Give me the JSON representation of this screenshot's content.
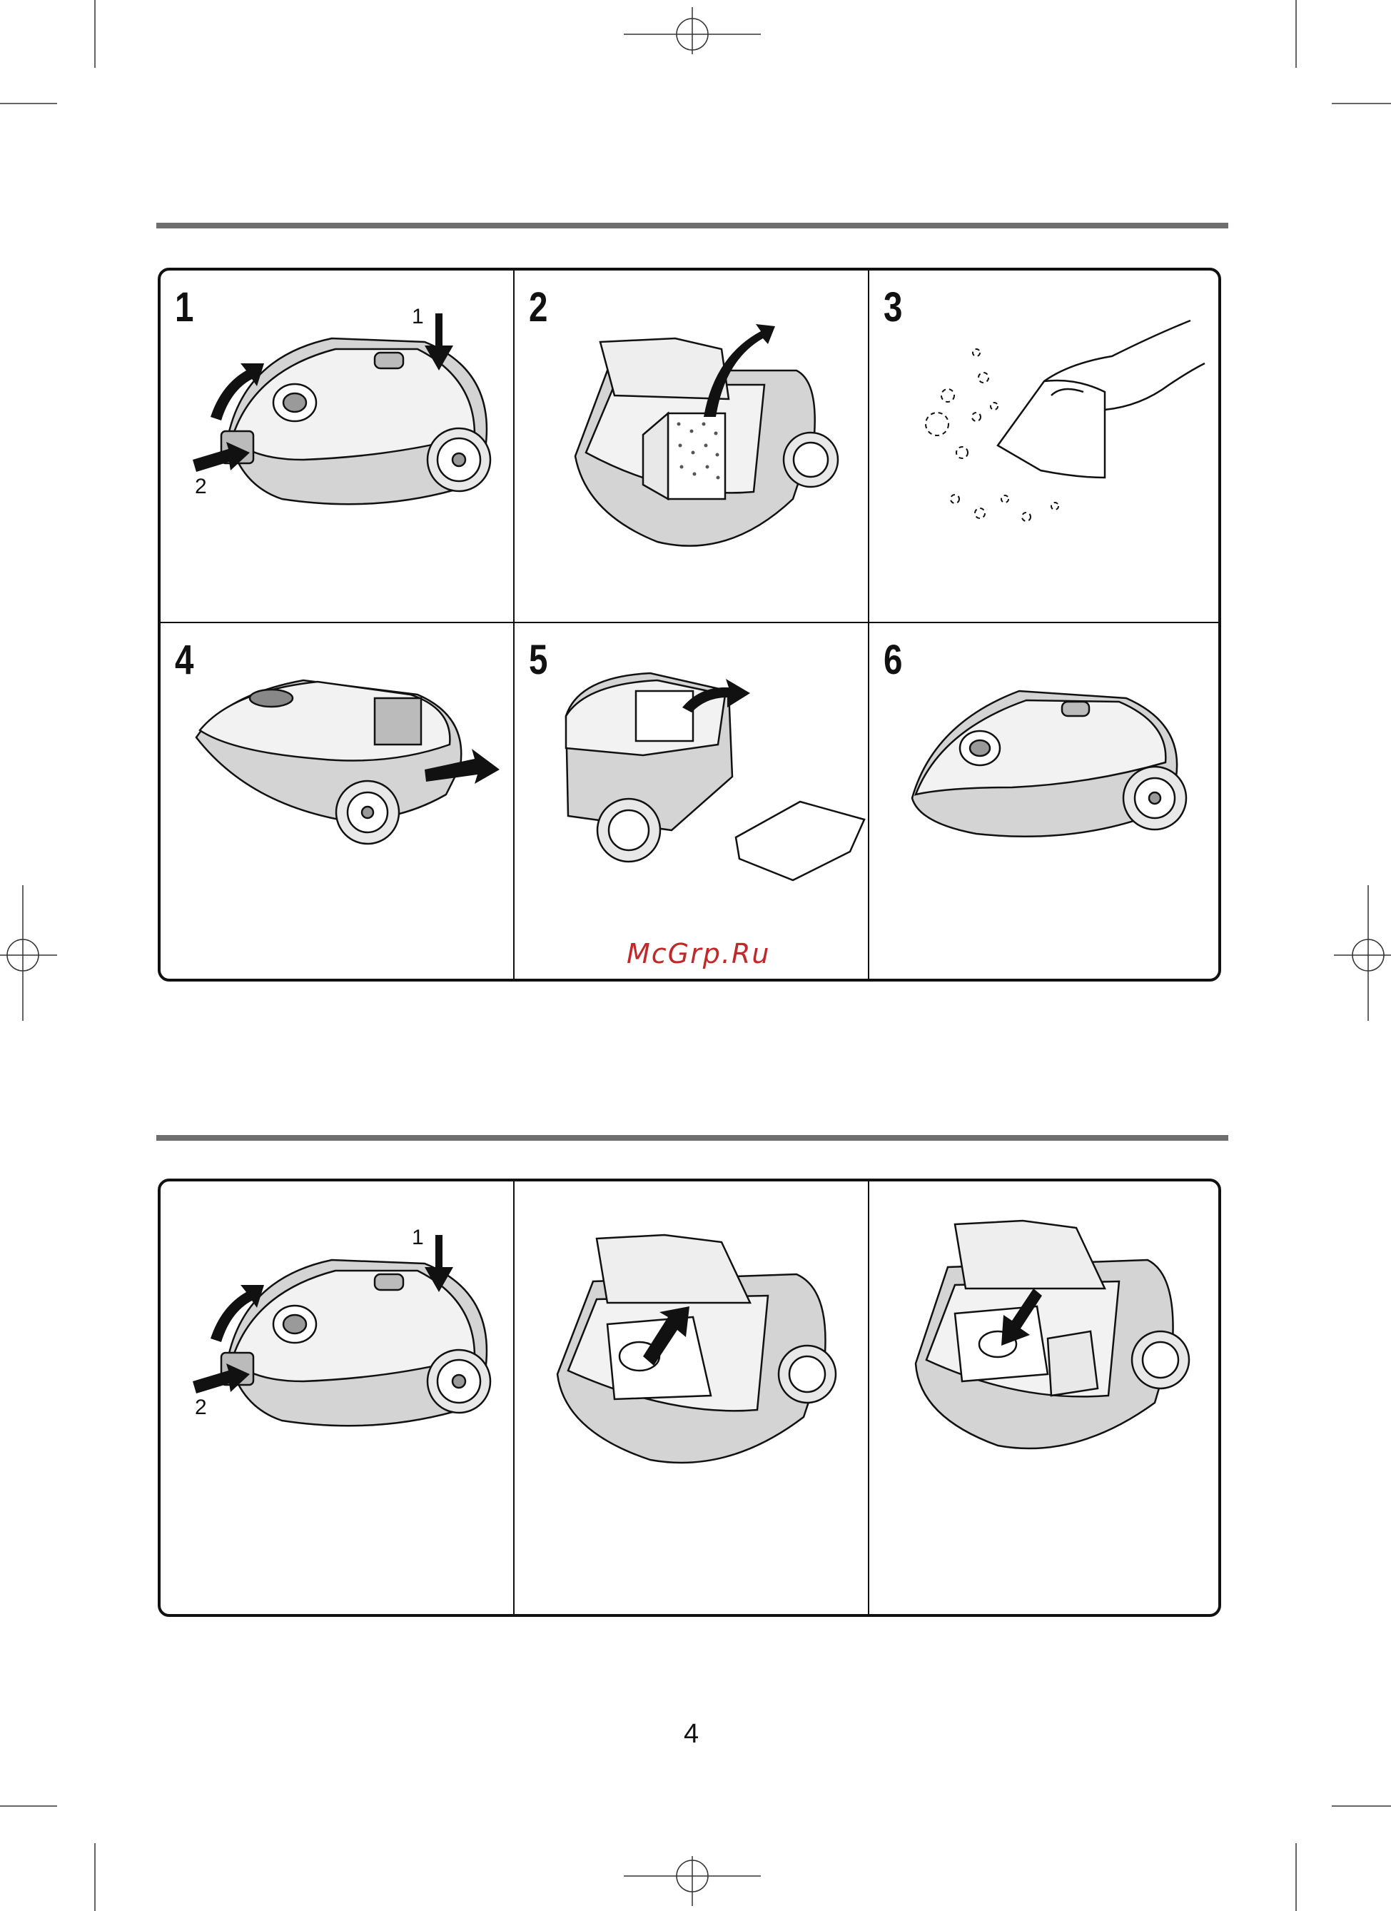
{
  "section_1": {
    "steps": [
      {
        "number": "1",
        "callouts": [
          "1",
          "2"
        ],
        "illustration": "vacuum-cleaner-open-lid"
      },
      {
        "number": "2",
        "callouts": [],
        "illustration": "remove-dust-container"
      },
      {
        "number": "3",
        "callouts": [],
        "illustration": "empty-dust-by-hand"
      },
      {
        "number": "4",
        "callouts": [],
        "illustration": "vacuum-cleaner-rear-filter"
      },
      {
        "number": "5",
        "callouts": [],
        "illustration": "remove-exhaust-filter"
      },
      {
        "number": "6",
        "callouts": [],
        "illustration": "vacuum-cleaner-closed"
      }
    ]
  },
  "section_2": {
    "steps": [
      {
        "callouts": [
          "1",
          "2"
        ],
        "illustration": "vacuum-cleaner-open-lid"
      },
      {
        "callouts": [],
        "illustration": "remove-dust-bag"
      },
      {
        "callouts": [],
        "illustration": "insert-dust-bag"
      }
    ]
  },
  "watermark": "McGrp.Ru",
  "page_number": "4",
  "colors": {
    "rule": "#6e6e6e",
    "watermark": "#c0282a",
    "body_fill": "#d4d4d4",
    "lid_fill": "#f2f2f2"
  }
}
